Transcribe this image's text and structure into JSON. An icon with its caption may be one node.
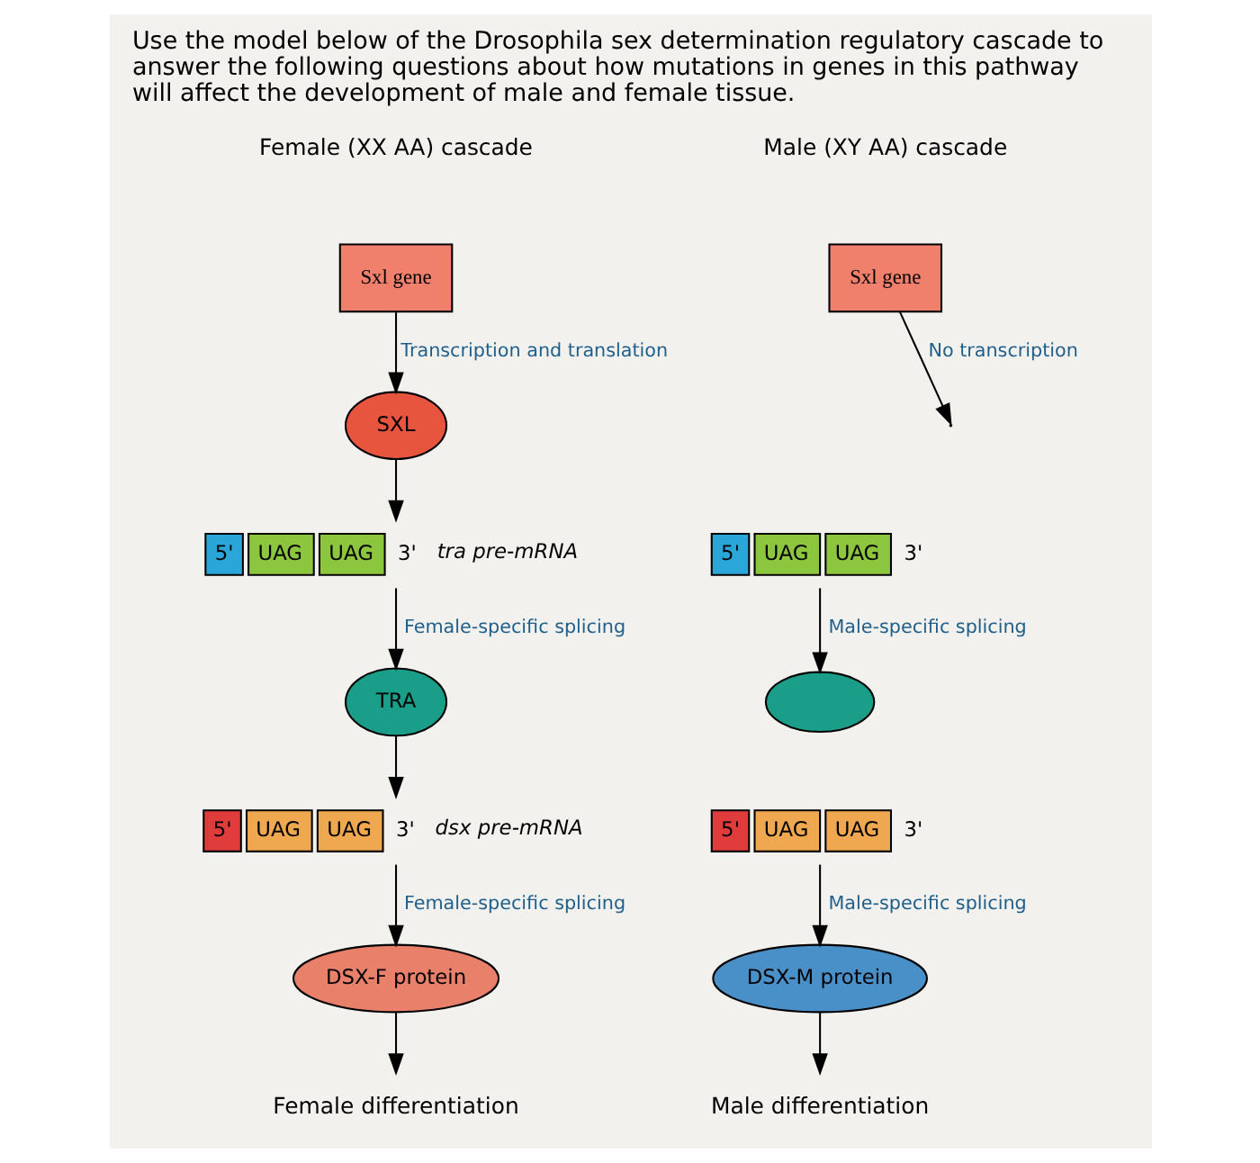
{
  "diagram": {
    "title": "Use the model below of the Drosophila sex determination regulatory cascade to answer the following questions about how mutations in genes in this pathway will affect the development of male and female tissue.",
    "nodes": [
      {
        "text": [
          "Sxl gene"
        ]
      },
      {
        "text": [
          "SXL"
        ]
      },
      {
        "text": [
          "5'",
          "UAG",
          "UAG",
          "3'"
        ],
        "beside": [
          "tra pre-mRNA"
        ]
      },
      {
        "text": [
          "TRA"
        ]
      },
      {
        "text": [
          "5'",
          "UAG",
          "UAG",
          "3'"
        ],
        "beside": [
          "dsx pre-mRNA"
        ]
      },
      {
        "text": [
          "DSX-F protein"
        ]
      },
      {
        "text": [
          "Female differentiation"
        ]
      },
      {
        "text": [
          "Sxl gene"
        ]
      },
      {
        "text": [
          "5'",
          "UAG",
          "UAG",
          "3'"
        ]
      },
      {
        "text": [],
        "shape": "ellipse"
      },
      {
        "text": [
          "5'",
          "UAG",
          "UAG",
          "3'"
        ]
      },
      {
        "text": [
          "DSX-M protein"
        ]
      },
      {
        "text": [
          "Male differentiation"
        ]
      }
    ],
    "edges": [
      {
        "from": 0,
        "to": 1,
        "arrow": "to",
        "label": "Transcription and translation"
      },
      {
        "from": 1,
        "to": 2,
        "arrow": "to"
      },
      {
        "from": 2,
        "to": 3,
        "arrow": "to",
        "label": "Female-specific splicing"
      },
      {
        "from": 3,
        "to": 4,
        "arrow": "to"
      },
      {
        "from": 4,
        "to": 5,
        "arrow": "to",
        "label": "Female-specific splicing"
      },
      {
        "from": 5,
        "to": 6,
        "arrow": "to"
      },
      {
        "from": 7,
        "to": null,
        "arrow": "to",
        "label": "No transcription"
      },
      {
        "from": 8,
        "to": 9,
        "arrow": "to",
        "label": "Male-specific splicing"
      },
      {
        "from": 10,
        "to": 11,
        "arrow": "to",
        "label": "Male-specific splicing"
      },
      {
        "from": 11,
        "to": 12,
        "arrow": "to"
      }
    ],
    "labels": [
      "Female (XX AA) cascade",
      "Male (XY AA) cascade"
    ]
  }
}
